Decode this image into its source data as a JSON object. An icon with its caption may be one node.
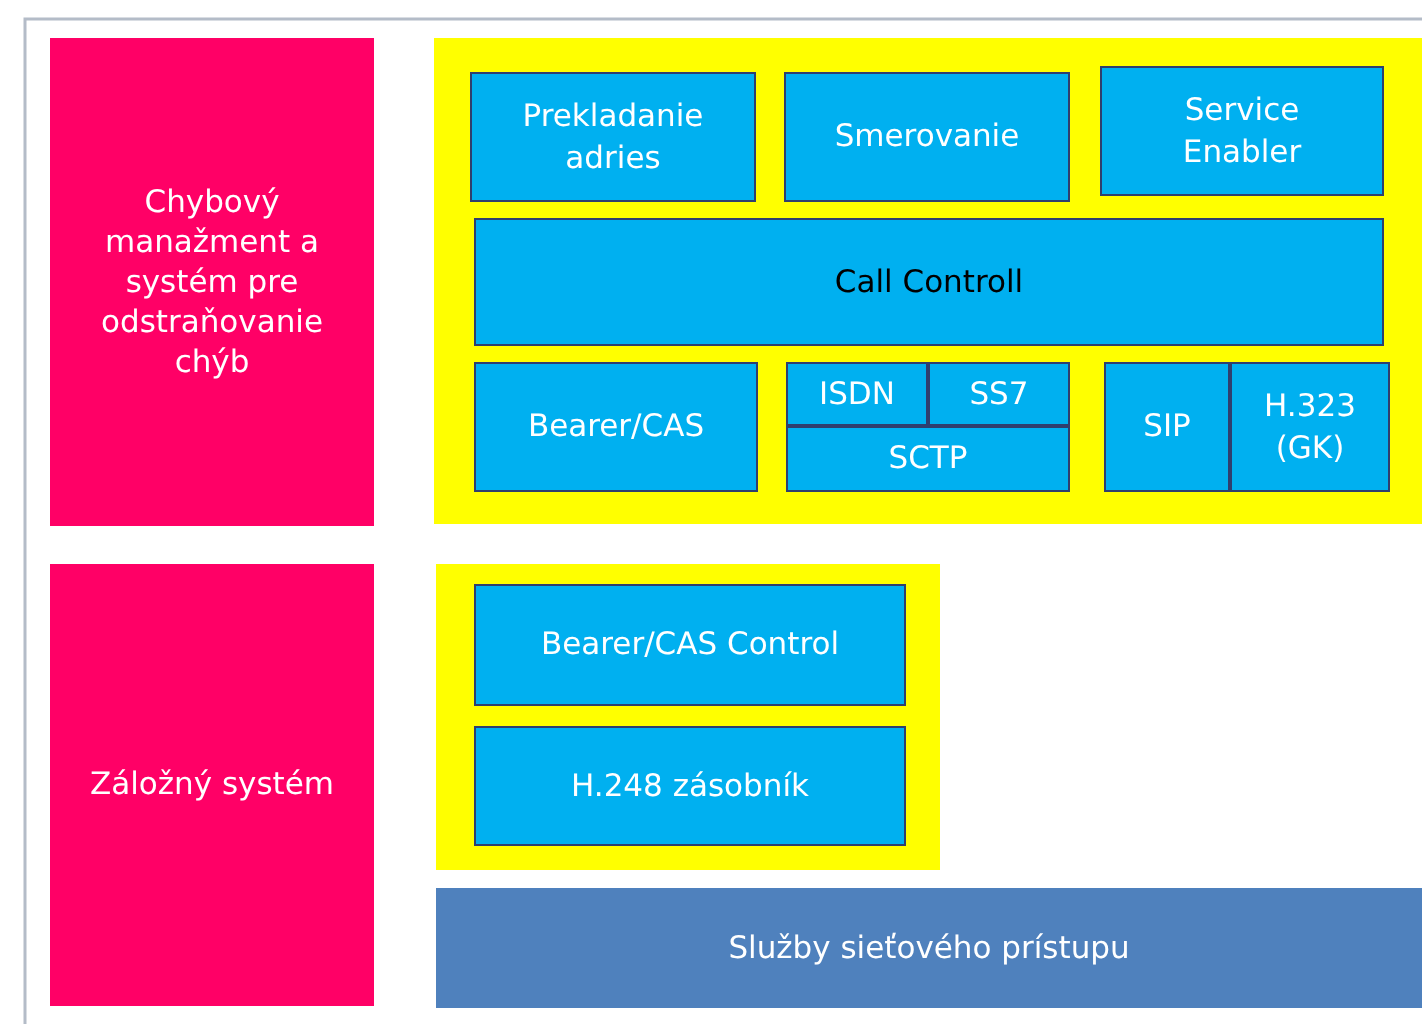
{
  "diagram": {
    "nodes": [
      {
        "text": [
          "Chybový manažment a systém pre odstraňovanie chýb"
        ]
      },
      {
        "text": [],
        "shape": "box"
      },
      {
        "text": [
          "Prekladanie adries"
        ],
        "in": 1
      },
      {
        "text": [
          "Smerovanie"
        ],
        "in": 1
      },
      {
        "text": [
          "Service Enabler"
        ],
        "in": 1
      },
      {
        "text": [
          "Call Controll"
        ],
        "in": 1
      },
      {
        "text": [
          "Bearer/CAS"
        ],
        "in": 1
      },
      {
        "text": [
          "ISDN"
        ],
        "in": 1
      },
      {
        "text": [
          "SS7"
        ],
        "in": 1
      },
      {
        "text": [
          "SCTP"
        ],
        "in": 1
      },
      {
        "text": [
          "SIP"
        ],
        "in": 1
      },
      {
        "text": [
          "H.323 (GK)"
        ],
        "in": 1
      },
      {
        "text": [
          "Záložný systém"
        ]
      },
      {
        "text": [],
        "shape": "box"
      },
      {
        "text": [
          "Bearer/CAS Control"
        ],
        "in": 13
      },
      {
        "text": [
          "H.248 zásobník"
        ],
        "in": 13
      },
      {
        "text": [
          "Služby sieťového prístupu"
        ]
      }
    ]
  }
}
